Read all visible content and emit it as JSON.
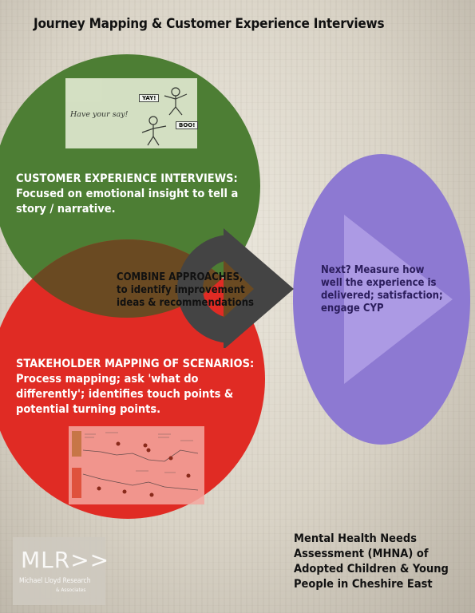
{
  "header": {
    "title": "Journey Mapping & Customer Experience Interviews"
  },
  "customer_interviews": {
    "heading": "CUSTOMER EXPERIENCE INTERVIEWS:",
    "line1": "Focused on emotional insight to tell a",
    "line2": "story / narrative."
  },
  "have_your_say": {
    "label": "Have your say!",
    "yay": "YAY!",
    "boo": "BOO!"
  },
  "combine": {
    "line1": "COMBINE APPROACHES,",
    "line2": "to identify improvement",
    "line3": "ideas & recommendations"
  },
  "next": {
    "line1": "Next? Measure how",
    "line2": "well the experience is",
    "line3": "delivered; satisfaction;",
    "line4": "engage CYP"
  },
  "stakeholder": {
    "heading": "STAKEHOLDER MAPPING OF SCENARIOS:",
    "line1": "Process mapping; ask 'what do",
    "line2": "differently'; identifies touch points &",
    "line3": "potential turning points."
  },
  "footer": {
    "line1": "Mental Health Needs",
    "line2": "Assessment (MHNA) of",
    "line3": "Adopted Children & Young",
    "line4": "People in Cheshire East"
  },
  "logo": {
    "mark": "MLR>>",
    "name": "Michael Lloyd Research",
    "suffix": "& Associates"
  },
  "colors": {
    "green": "#4d7e34",
    "red": "#e02b24",
    "overlap": "#6a4a22",
    "purple": "#8d79d2",
    "arrow": "#444444",
    "background": "#d9d3c6"
  },
  "icons": [
    "circular-arrow-icon",
    "right-arrow-icon",
    "cartoon-figure-icon"
  ]
}
